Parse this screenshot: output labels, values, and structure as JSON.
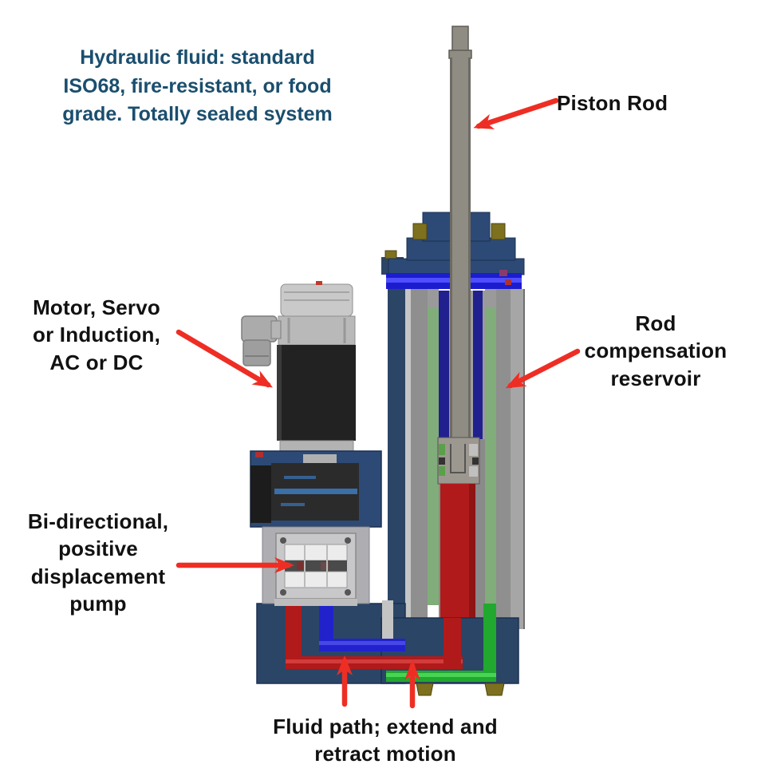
{
  "note": {
    "text": "Hydraulic fluid: standard\nISO68, fire-resistant, or food\ngrade. Totally sealed system",
    "color": "#1a4e6e"
  },
  "labels": {
    "piston_rod": "Piston Rod",
    "motor": "Motor, Servo\nor Induction,\nAC or DC",
    "reservoir": "Rod\ncompensation\nreservoir",
    "pump": "Bi-directional,\npositive\ndisplacement\npump",
    "fluid_path": "Fluid path; extend and\nretract motion"
  },
  "colors": {
    "arrow_red": "#ee2e24",
    "label_text": "#111111",
    "note_text": "#1a4e6e",
    "housing_navy": "#2c4a75",
    "wall_navy": "#2b4566",
    "fluid_band_blue": "#1c1ccf",
    "annulus_indigo": "#20208e",
    "reservoir_green": "#80ad7a",
    "pressure_red": "#b11a1a",
    "pipe_blue": "#2222cc",
    "pipe_green": "#21a82e",
    "rod_gray": "#8f8c84",
    "motor_black": "#222222",
    "bolt_olive": "#7d701f"
  }
}
